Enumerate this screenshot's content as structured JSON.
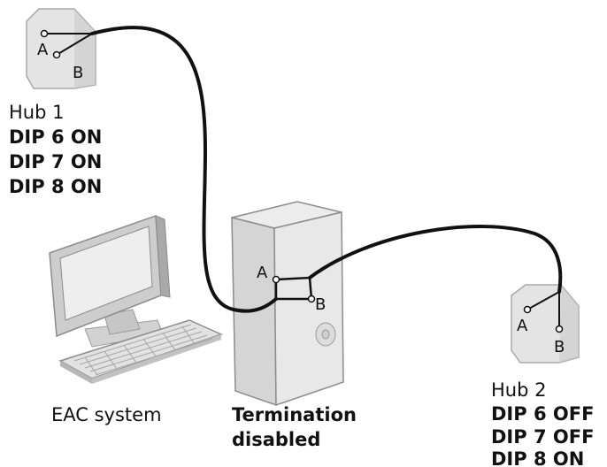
{
  "hub1": {
    "title": "Hub 1",
    "dip6": "DIP 6 ON",
    "dip7": "DIP 7 ON",
    "dip8": "DIP 8 ON",
    "pin_a": "A",
    "pin_b": "B"
  },
  "hub2": {
    "title": "Hub 2",
    "dip6": "DIP 6 OFF",
    "dip7": "DIP 7 OFF",
    "dip8": "DIP 8 ON",
    "pin_a": "A",
    "pin_b": "B"
  },
  "eac": {
    "label": "EAC system",
    "pin_a": "A",
    "pin_b": "B",
    "termination_line1": "Termination",
    "termination_line2": "disabled"
  },
  "colors": {
    "device_light": "#e4e4e4",
    "device_mid": "#cfcfcf",
    "device_dark": "#a9a9a9",
    "outline": "#8c8c8c",
    "cable": "#111111"
  }
}
